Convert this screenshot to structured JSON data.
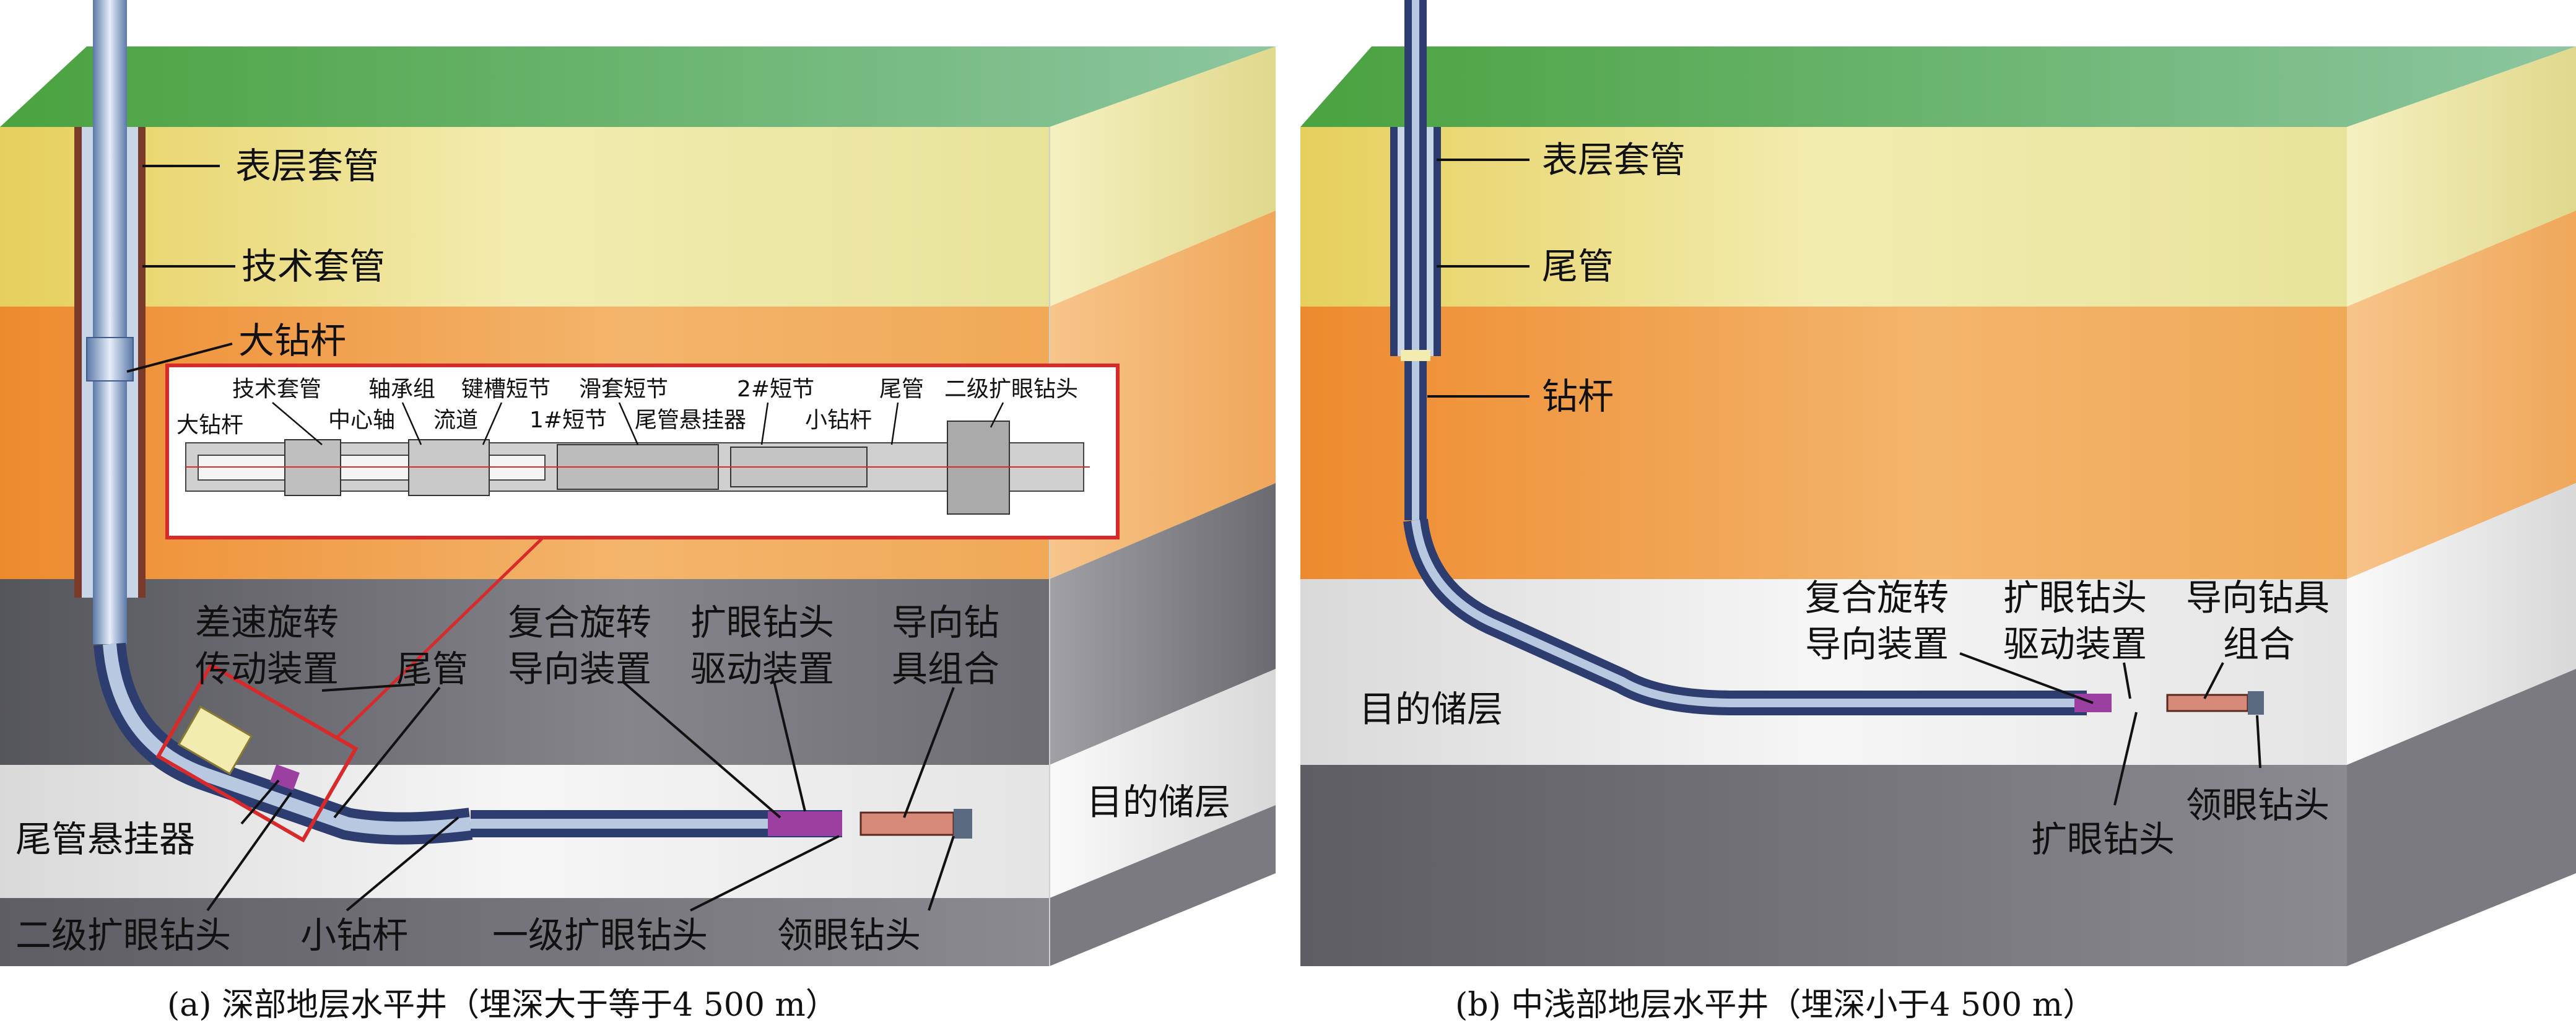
{
  "colors": {
    "grass": "#5bb04a",
    "topsoil": "#ece49a",
    "orange_layer": "#f0a04e",
    "dark_layer": "#6d6d74",
    "reservoir": "#f2f2f2",
    "bottom_layer": "#77777c",
    "pipe_blue": "#9fb8d8",
    "highlight_red": "#d82a2a",
    "device_yellow": "#f3ecb0",
    "device_purple": "#9b3fa0"
  },
  "panel_a": {
    "caption": "(a) 深部地层水平井（埋深大于等于4 500 m）",
    "labels": {
      "surface_casing": "表层套管",
      "technical_casing": "技术套管",
      "large_drill_pipe": "大钻杆",
      "differential_rotary_drive_1": "差速旋转",
      "differential_rotary_drive_2": "传动装置",
      "liner": "尾管",
      "compound_rotary_steering_1": "复合旋转",
      "compound_rotary_steering_2": "导向装置",
      "reamer_bit_drive_1": "扩眼钻头",
      "reamer_bit_drive_2": "驱动装置",
      "steering_assembly_1": "导向钻",
      "steering_assembly_2": "具组合",
      "target_reservoir": "目的储层",
      "liner_hanger": "尾管悬挂器",
      "secondary_reamer_bit": "二级扩眼钻头",
      "small_drill_pipe": "小钻杆",
      "primary_reamer_bit": "一级扩眼钻头",
      "pilot_bit": "领眼钻头"
    },
    "inset_labels": {
      "technical_casing": "技术套管",
      "bearing_set": "轴承组",
      "keyway_sub": "键槽短节",
      "sliding_sleeve_sub": "滑套短节",
      "sub_2": "2#短节",
      "liner": "尾管",
      "secondary_reamer_bit": "二级扩眼钻头",
      "large_drill_pipe": "大钻杆",
      "central_shaft": "中心轴",
      "flow_channel": "流道",
      "sub_1": "1#短节",
      "liner_hanger": "尾管悬挂器",
      "small_drill_pipe": "小钻杆"
    }
  },
  "panel_b": {
    "caption": "(b) 中浅部地层水平井（埋深小于4 500 m）",
    "labels": {
      "surface_casing": "表层套管",
      "liner": "尾管",
      "drill_pipe": "钻杆",
      "compound_rotary_steering_1": "复合旋转",
      "compound_rotary_steering_2": "导向装置",
      "reamer_bit_drive_1": "扩眼钻头",
      "reamer_bit_drive_2": "驱动装置",
      "steering_assembly_1": "导向钻具",
      "steering_assembly_2": "组合",
      "target_reservoir": "目的储层",
      "reamer_bit": "扩眼钻头",
      "pilot_bit": "领眼钻头"
    }
  }
}
